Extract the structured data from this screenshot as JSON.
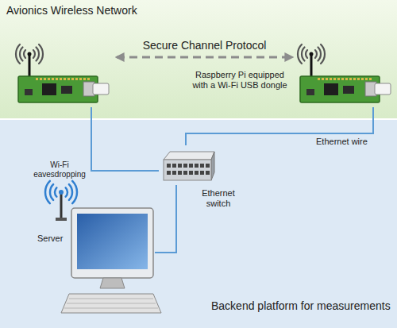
{
  "diagram": {
    "nodes": [
      {
        "text": [
          "Avionics Wireless Network"
        ]
      },
      {
        "text": [],
        "in": 0
      },
      {
        "text": [
          "Raspberry Pi equipped with a Wi-Fi USB dongle"
        ],
        "in": 0
      },
      {
        "text": [
          "Backend platform for measurements"
        ]
      },
      {
        "text": [
          "Ethernet switch"
        ],
        "in": 3
      },
      {
        "text": [
          "Wi-Fi eavesdropping",
          "Server"
        ],
        "in": 3
      }
    ],
    "edges": [
      {
        "from": 1,
        "to": 2,
        "arrow": "both",
        "label": "Secure Channel Protocol"
      },
      {
        "from": 1,
        "to": 4,
        "arrow": "none"
      },
      {
        "from": 2,
        "to": 4,
        "arrow": "none",
        "label": "Ethernet wire"
      },
      {
        "from": 4,
        "to": 5,
        "arrow": "none"
      }
    ]
  }
}
